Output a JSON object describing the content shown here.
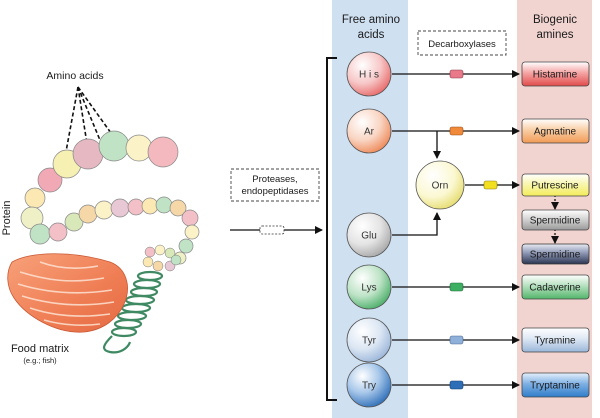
{
  "headers": {
    "free_amino_line1": "Free amino",
    "free_amino_line2": "acids",
    "biogenic_line1": "Biogenic",
    "biogenic_line2": "amines"
  },
  "left": {
    "amino_acids_label": "Amino acids",
    "protein_label": "Protein",
    "food_matrix_label": "Food matrix",
    "food_matrix_sub": "(e.g.; fish)"
  },
  "enzymes": {
    "proteases_line1": "Proteases,",
    "proteases_line2": "endopeptidases",
    "decarboxylases": "Decarboxylases"
  },
  "amino_acids": [
    {
      "label": "H i s",
      "color": "#e86b6b"
    },
    {
      "label": "Ar",
      "color": "#ee8a5a"
    },
    {
      "label": "Glu",
      "color": "#bdbdbd"
    },
    {
      "label": "Lys",
      "color": "#4caf6a"
    },
    {
      "label": "Tyr",
      "color": "#9bb6d9"
    },
    {
      "label": "Try",
      "color": "#3b7fc4"
    }
  ],
  "ornithine": {
    "label": "Orn",
    "color": "#f5f0a8"
  },
  "amines": [
    {
      "label": "Histamine",
      "color": "#e24b4b"
    },
    {
      "label": "Agmatine",
      "color": "#f29a55"
    },
    {
      "label": "Putrescine",
      "color": "#f2ec5a"
    },
    {
      "label": "Spermidine",
      "color": "#a9a9a9"
    },
    {
      "label": "Spermidine",
      "color": "#4a5575"
    },
    {
      "label": "Cadaverine",
      "color": "#52b56a"
    },
    {
      "label": "Tyramine",
      "color": "#9bb6d9"
    },
    {
      "label": "Tryptamine",
      "color": "#2f7dc9"
    }
  ],
  "colors": {
    "amino_column_bg": "#cfe0f1",
    "amine_column_bg": "#f1d4d0"
  }
}
